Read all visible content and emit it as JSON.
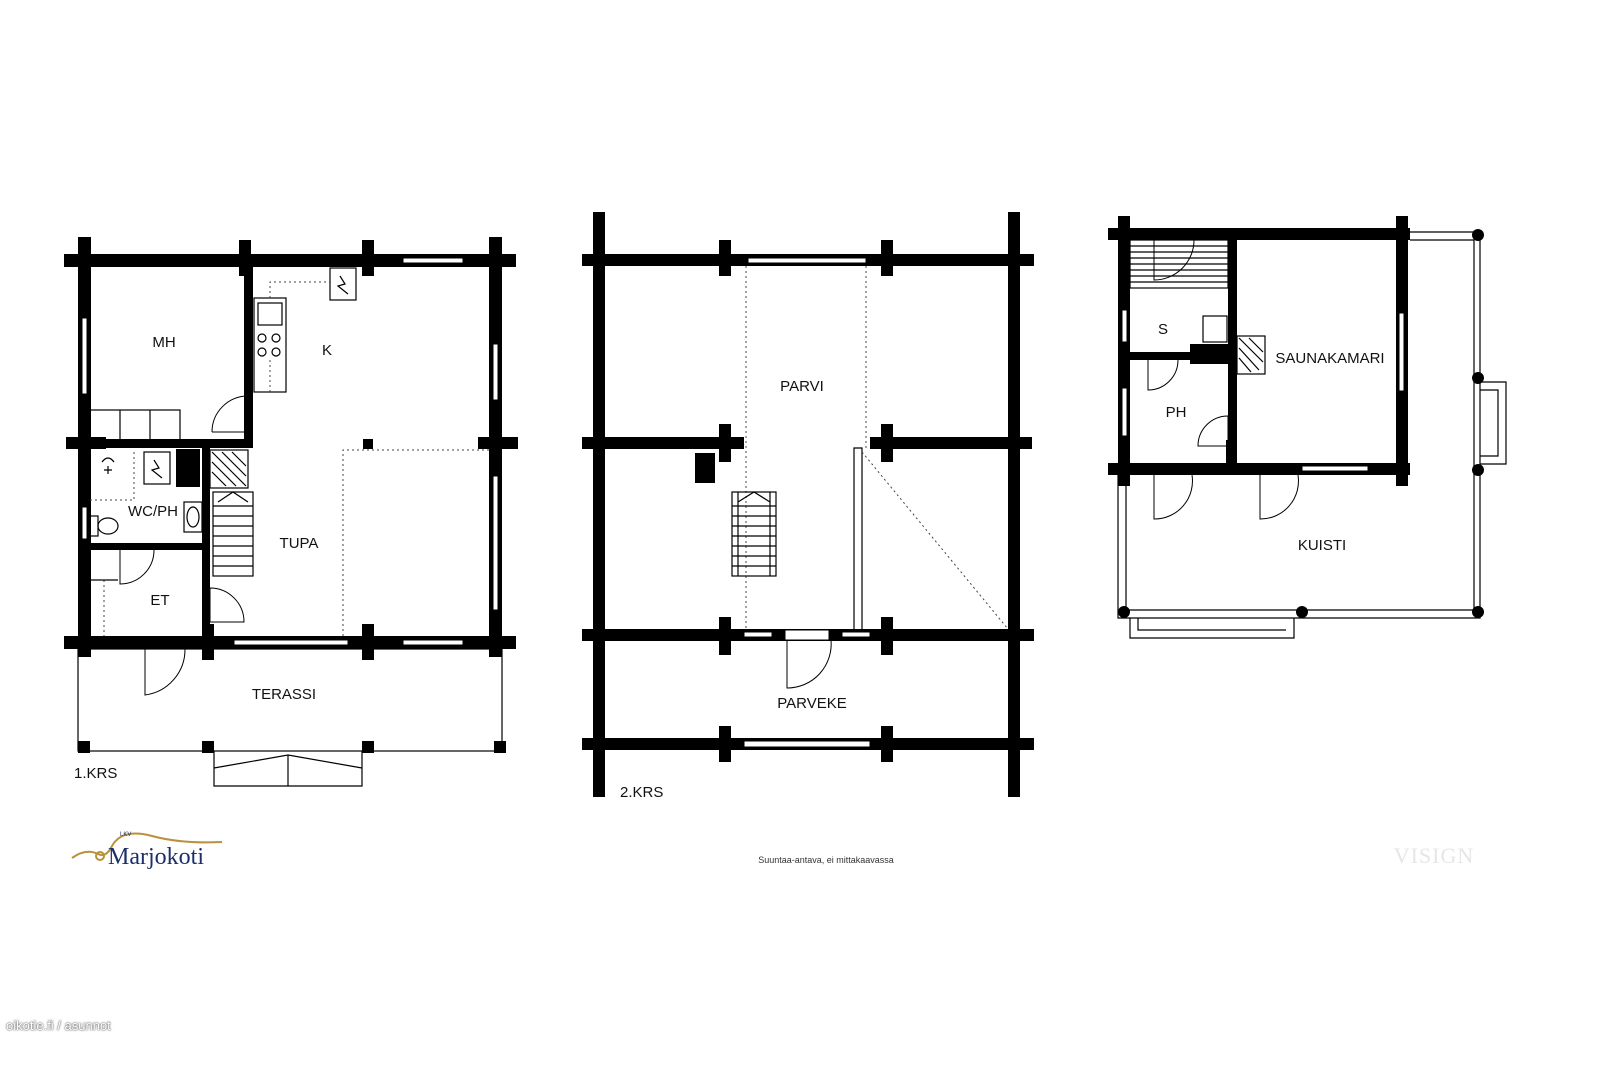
{
  "floor1": {
    "label": "1.KRS",
    "rooms": {
      "mh": "MH",
      "k": "K",
      "wcph": "WC/PH",
      "tupa": "TUPA",
      "et": "ET",
      "terassi": "TERASSI"
    }
  },
  "floor2": {
    "label": "2.KRS",
    "rooms": {
      "parvi": "PARVI",
      "parveke": "PARVEKE"
    }
  },
  "sauna": {
    "rooms": {
      "s": "S",
      "ph": "PH",
      "saunakamari": "SAUNAKAMARI",
      "kuisti": "KUISTI"
    }
  },
  "footer": {
    "note": "Suuntaa-antava, ei mittakaavassa",
    "brand": "Marjokoti",
    "brand_prefix": "LKV",
    "visign": "VISIGN",
    "watermark": "oikotie.fi / asunnot"
  }
}
